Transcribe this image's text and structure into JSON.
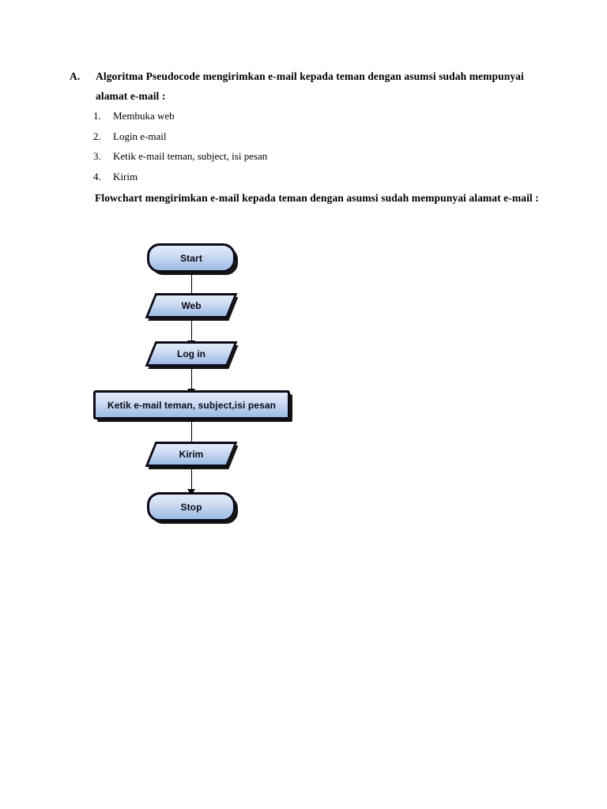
{
  "document": {
    "section": {
      "marker": "A.",
      "heading": "Algoritma Pseudocode mengirimkan e-mail kepada teman dengan asumsi sudah mempunyai alamat e-mail :"
    },
    "steps": [
      {
        "marker": "1.",
        "text": "Membuka web"
      },
      {
        "marker": "2.",
        "text": "Login e-mail"
      },
      {
        "marker": "3.",
        "text": "Ketik e-mail teman, subject, isi pesan"
      },
      {
        "marker": "4.",
        "text": "Kirim"
      }
    ],
    "flowchart_caption": "Flowchart mengirimkan e-mail kepada teman dengan asumsi sudah mempunyai alamat e-mail :"
  },
  "flowchart": {
    "nodes": [
      {
        "id": "start",
        "label": "Start",
        "shape": "terminator"
      },
      {
        "id": "web",
        "label": "Web",
        "shape": "data"
      },
      {
        "id": "login",
        "label": "Log in",
        "shape": "data"
      },
      {
        "id": "compose",
        "label": "Ketik e-mail teman, subject,isi pesan",
        "shape": "process"
      },
      {
        "id": "send",
        "label": "Kirim",
        "shape": "data"
      },
      {
        "id": "stop",
        "label": "Stop",
        "shape": "terminator"
      }
    ],
    "colors": {
      "fill_top": "#e3ebf9",
      "fill_bottom": "#9dbce5",
      "border": "#0b0b18",
      "shadow": "#000000",
      "connector": "#000000",
      "label_text": "#0a0a14"
    }
  }
}
